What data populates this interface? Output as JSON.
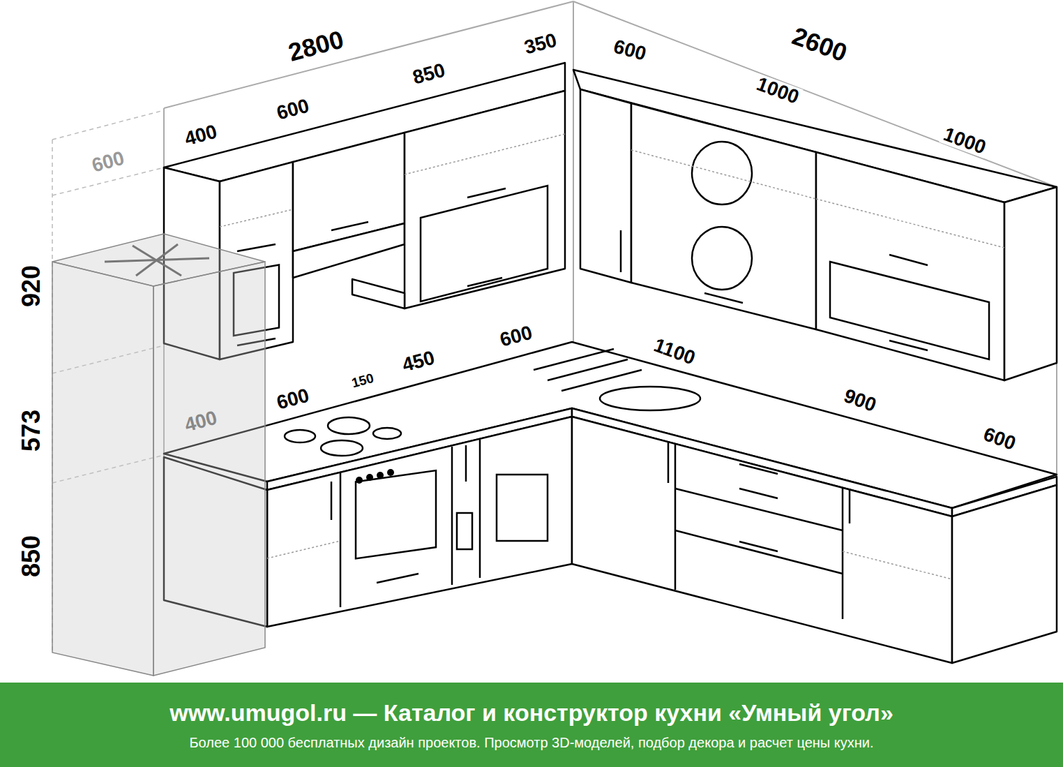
{
  "diagram": {
    "nodes": [
      {
        "text": [
          "www.umugol.ru — Каталог и конструктор кухни «Умный угол»",
          "Более 100 000 бесплатных дизайн проектов. Просмотр 3D-моделей, подбор декора и расчет цены кухни."
        ]
      }
    ],
    "labels": [
      "2800",
      "350",
      "600",
      "2600",
      "850",
      "1000",
      "600",
      "400",
      "1000",
      "600",
      "920",
      "600",
      "1100",
      "450",
      "150",
      "600",
      "900",
      "400",
      "600",
      "573",
      "850"
    ]
  }
}
